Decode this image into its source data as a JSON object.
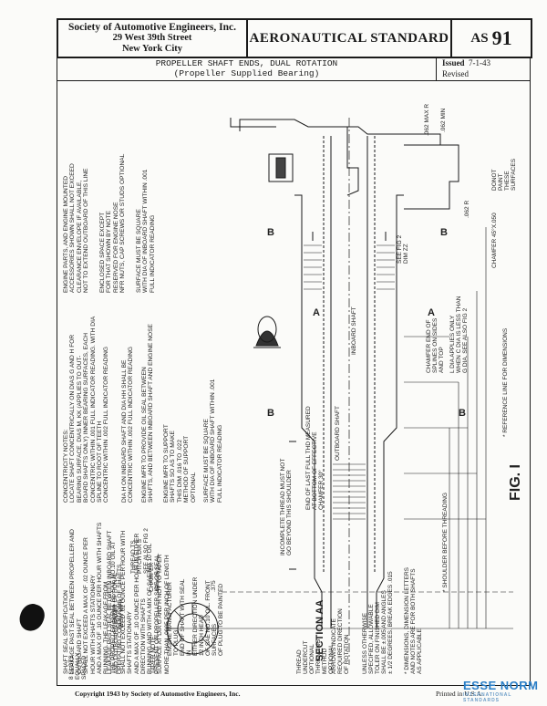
{
  "header": {
    "org_line1": "Society of Automotive Engineers, Inc.",
    "org_line2": "29 West 39th Street",
    "org_line3": "New York City",
    "standard_label": "AERONAUTICAL STANDARD",
    "as_prefix": "AS",
    "as_number": "91"
  },
  "title": {
    "line1": "PROPELLER SHAFT ENDS, DUAL ROTATION",
    "line2": "(Propeller Supplied Bearing)",
    "issued_label": "Issued",
    "issued_value": "7-1-43",
    "revised_label": "Revised"
  },
  "notes": {
    "shaft_seal": "SHAFT SEAL SPECIFICATION\nLEAKAGE PAST SEAL BETWEEN PROPELLER AND OUTBOARD SHAFT\nSHALL NOT EXCEED A MAX OF .02 OUNCE PER HOUR WITH SHAFTS STATIONARY\nAND A MAX OF .10 OUNCE PER HOUR WITH SHAFTS RUNNING. THE LEAKAGE FROM\nTHE PROPELLER SHALL BE SAE NO.10 OIL AT OPERATING CONDITIONS OF SHAFTS.",
    "leakage": "LEAKAGE PAST SEAL BETWEEN INBOARD SHAFT AND OUTBOARD SHAFT\nSHALL NOT EXCEED .02 OUNCE PER HOUR WITH SHAFTS STATIONARY\nAND A MAX OF .10 OUNCE PER HOUR IN EITHER DIRECTION WITH SHAFTS\nRUNNING AND WITH A MIX OF SAE NO.10 OIL PRESENT ON PROPELLER SIDE OF SEAL.",
    "taper": "TAPER NOTE:\nSURFACE AT DIA G AND H NOT TO TAPER\nMORE THAN .0005 PER INCH OF LENGTH",
    "concentricity": "CONCENTRICITY NOTES:\nLOCATE SHAFT CONCENTRICALLY ON DIAS G AND H FOR BEARING SURFACE, DIAS M, KK (APPLIES TO OUT-\nBOARD SHAFTS ONLY) INNER BEARING SURFACES, EACH\nCONCENTRIC WITHIN .001 FULL INDICATOR READING. WITH DIA SPLINE TO ROOT OF TEETH\nCONCENTRIC WITHIN .002 FULL INDICATOR READING",
    "dia_inboard": "DIA H ON INBOARD SHAFT AND DIA HH SHALL BE\nCONCENTRIC WITHIN .002 FULL INDICATOR READING",
    "engine_mfr": "ENGINE MFR TO PROVIDE OIL SEAL BETWEEN\nSHAFTS, AND BETWEEN INBOARD SHAFT AND ENGINE NOSE",
    "engine_mfr2": "ENGINE MFR TO SUPPORT\nSHAFTS SO AS TO MAKE\nTHIS DIM .016 TO .022\nMETHOD OF SUPPORT\nOPTIONAL",
    "square": "SURFACE MUST BE SQUARE\nWITH DIA OF INBOARD SHAFT WITHIN .001\nFULL INDICATOR READING",
    "engine_parts": "ENGINE PARTS, AND ENGINE MOUNTED\nACCESSORIES SHOWN SHALL NOT EXCEED\nCLEARANCE ENVELOPE IF AVAILABLE,\nNOT TO EXTEND OUTBOARD OF THIS LINE",
    "enclosed": "ENCLOSED SPACE EXCEPT\nFOR THAT SHOWN BY NOTE\nRESERVED FOR ENGINE NOSE\nNFR NUTS, CAP SCREWS OR STUDS OPTIONAL",
    "manufacturer": "ENGINE MANUFACTURER TO PLUG\nEND OF SHAFT WITH SEAL IN\nEITHER DIRECTION UNDER 12 INCH HEAD\nOF SAE NO.10 OIL. FRONT SURFACES\nOF PLUG TO BE PAINTED",
    "thread": "THREAD\nUNDERCUT\nOPTIONAL\nTHREADING\nMETHOD\nOPTIONAL",
    "arrows": "ARROWS INDICATE\nREQUIRED DIRECTION\nOF ROTATION",
    "unless": "UNLESS OTHERWISE\nSPECIFIED, ALLOWABLE\nTOLER ON FINISHED DIM\nSHALL BE ±.005 AND ANGLES\n± 1/2 DEGREES. BREAK EDGES .015",
    "dimensions": "* DIMENSIONS, DIMENSION LETTERS\nAND NOTES ARE FOR BOTH SHAFTS\nAS APPLICABLE",
    "chamfer": "CHAMFER END OF\nSPLINES ON SIDES\nAND TOP",
    "dia_applies": "L DIA APPLIES ONLY\nWHEN C DIA IS LESS THAN\nG DIA. SEE ALSO FIG 2",
    "chamfer2": "CHAMFER 45°x.050",
    "reference": "* REFERENCE LINE FOR DIMENSIONS",
    "donot": "DONOT PAINT\nTHESE\nSURFACES"
  },
  "labels": {
    "section_aa": "SECTION AA",
    "section_cc": "SECTION CC",
    "slots": "8 SLOTS\nEQUALLY\nSPACED",
    "center_optional": "CENTER OPTIONAL\nWITH MFR",
    "chamfer_dim": "CHAMFER\n45°X.062",
    "thread_ts": "THREAD TS\nPITCH DIA S\nSEE ALSO FIG 2",
    "fig": "FIG. I",
    "b_arrow": "B",
    "a_arrow": "A",
    "shoulder": "* SHOULDER BEFORE THREADING",
    "inboard_shaft": "INBOARD SHAFT",
    "outboard_shaft": "OUTBOARD SHAFT",
    "dim_062max": ".062 MAX R",
    "dim_062min": ".062 MIN",
    "dim_062r": ".062 R",
    "dim_375": ".375",
    "see_fig": "SEE FIG 2\nDIM ZZ",
    "incomplete": "INCOMPLETE THREAD MUST NOT\nGO BEYOND THIS SHOULDER",
    "end_thread": "END OF LAST FULL THD MEASURED\nAT BOTTOM OF EFFECTIVE\nCHAMFER 30°"
  },
  "footer": {
    "copyright": "Copyright 1943 by Society of Automotive Engineers, Inc.",
    "printed": "Printed in U.S.A."
  },
  "watermark": {
    "name": "ESSE NORM",
    "sub": "INTERNATIONAL STANDARDS"
  },
  "colors": {
    "ink": "#1a1a1a",
    "paper": "#fbfbf9",
    "watermark": "#2b7fc7"
  }
}
